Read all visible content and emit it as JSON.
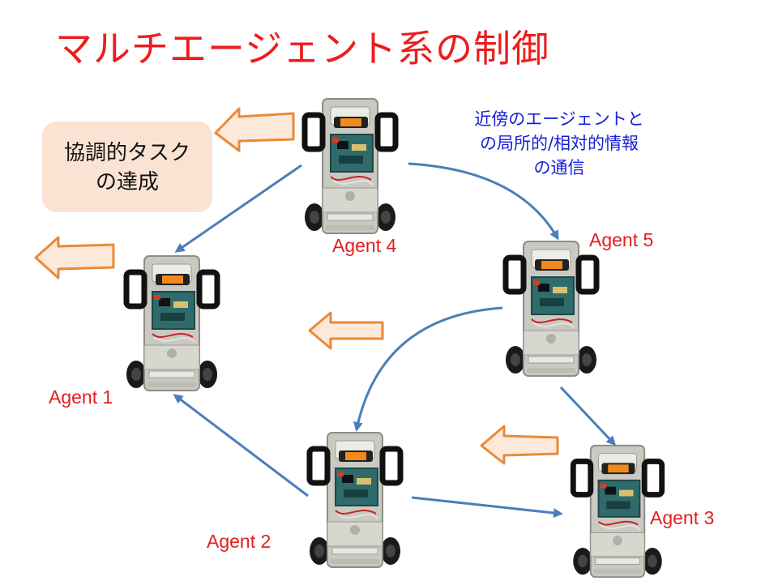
{
  "title": "マルチエージェント系の制御",
  "task_box": {
    "line1": "協調的タスク",
    "line2": "の達成"
  },
  "communication": {
    "line1": "近傍のエージェントと",
    "line2": "の局所的/相対的情報",
    "line3": "の通信"
  },
  "agents": [
    {
      "label": "Agent 4"
    },
    {
      "label": "Agent 5"
    },
    {
      "label": "Agent 1"
    },
    {
      "label": "Agent 2"
    },
    {
      "label": "Agent 3"
    }
  ],
  "colors": {
    "title": "#ee1c1c",
    "agent_label": "#e21e1e",
    "communication_text": "#1520d9",
    "link_arrow": "#4a7ebb",
    "motion_arrow_stroke": "#e88a3a",
    "motion_arrow_fill": "#fde9d9",
    "task_box": "#fbe3d4"
  },
  "icons": {
    "robot": "mobile-robot-icon",
    "link": "blue-arrow",
    "motion": "orange-block-arrow"
  }
}
